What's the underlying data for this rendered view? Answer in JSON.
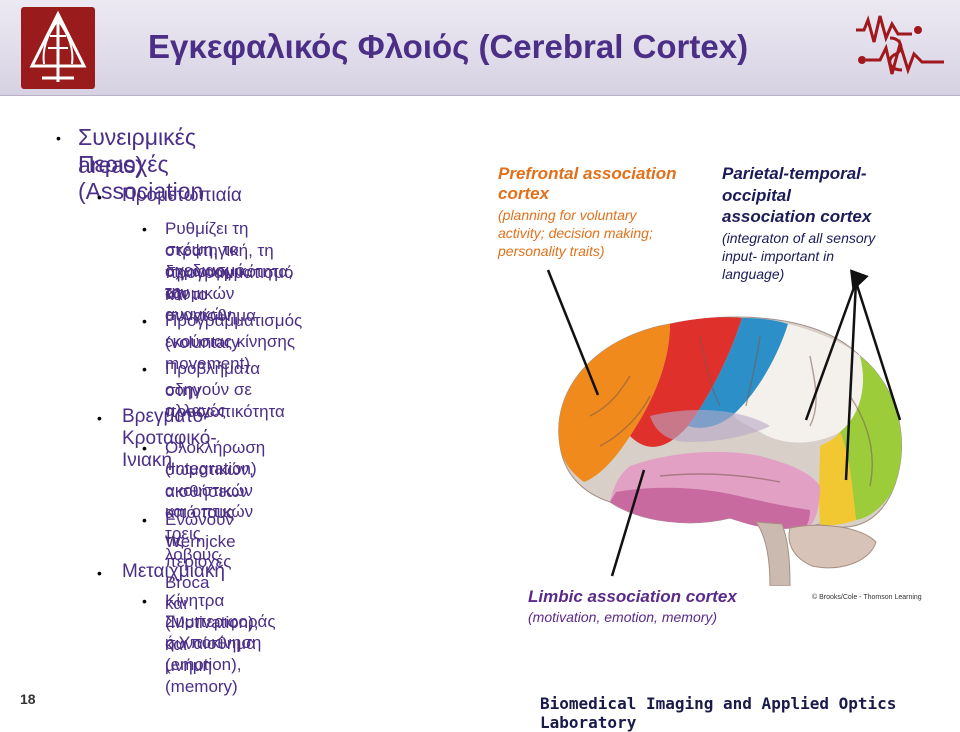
{
  "header": {
    "title": "Εγκεφαλικός Φλοιός (Cerebral Cortex)"
  },
  "content": {
    "main_bullet": "Συνειρμικές Περιοχές (Association",
    "main_bullet_cont": "areas)",
    "prefrontal": "Προμετωπιαία",
    "prefrontal_items": [
      [
        "Ρυθμίζει τη σκέψη, το σχεδιασμό, τη",
        "στρατηγική, τη δημιουργικότητα, τον",
        "προγραμματισμό ατομικών αναγκών",
        "και το συναίσθημα"
      ],
      [
        "Προγραμματισμός εκούσιας κίνησης",
        "(voluntary movement)"
      ],
      [
        "Προβλήματα οδηγούν σε αλλαγές",
        "στην προσωπικότητα"
      ]
    ],
    "parietal": "Βρεγματο-Κροταφικό-Ινιακή",
    "parietal_items": [
      [
        "Ολοκλήρωση (Integration)",
        "σωματικών, ακουστικών και οπτικών",
        "αισθήσεων από τους τρεις λοβούς"
      ],
      [
        "Ενώνουν τις περιοχές Broca και",
        "Wernicke"
      ]
    ],
    "limbic": "Μεταιχμιακή",
    "limbic_items": [
      [
        "Κίνητρα Συμπεριφοράς ή Υποκίνηση",
        "(Motivation), συναίσθημα (emotion),",
        "και μνήμη (memory)"
      ]
    ]
  },
  "figure": {
    "prefrontal_title": [
      "Prefrontal association",
      "cortex"
    ],
    "prefrontal_desc": [
      "(planning for voluntary",
      "activity; decision making;",
      "personality traits)"
    ],
    "parietal_title": [
      "Parietal-temporal-",
      "occipital",
      "association cortex"
    ],
    "parietal_desc": [
      "(integraton of all sensory",
      "input- important in",
      "language)"
    ],
    "limbic_title": "Limbic association cortex",
    "limbic_desc": "(motivation, emotion, memory)",
    "copyright": "© Brooks/Cole - Thomson Learning"
  },
  "footer": {
    "page_number": "18",
    "lab_name": "Biomedical Imaging and Applied Optics Laboratory"
  },
  "colors": {
    "title": "#4b2f86",
    "orange_label": "#e2701a",
    "navy_label": "#1b1b58",
    "header_bg": "#ddd8e8"
  }
}
